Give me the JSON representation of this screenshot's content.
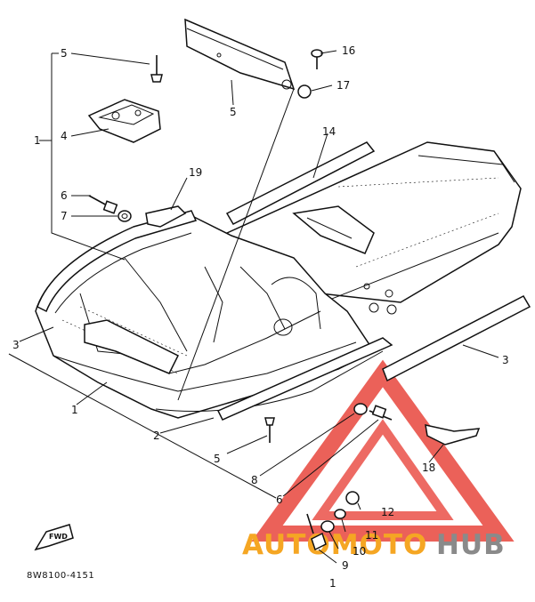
{
  "diagram_code": "8W8100-4151",
  "fwd_label": "FWD",
  "brand": {
    "part_a": "AUTOMOTO",
    "part_b": "HUB",
    "accent": "#e8453c",
    "orange": "#f5a623",
    "gray": "#8a8a8a"
  },
  "callouts": {
    "c5_top": "5",
    "c5_mid": "5",
    "c5_low": "5",
    "c4": "4",
    "c1_bracket": "1",
    "c6_left": "6",
    "c7": "7",
    "c19": "19",
    "c16": "16",
    "c17": "17",
    "c14": "14",
    "c3_left": "3",
    "c3_right": "3",
    "c1_bottom": "1",
    "c2": "2",
    "c8": "8",
    "c6_right": "6",
    "c18": "18",
    "c12": "12",
    "c11": "11",
    "c10": "10",
    "c9": "9",
    "c1_tiny": "1"
  }
}
